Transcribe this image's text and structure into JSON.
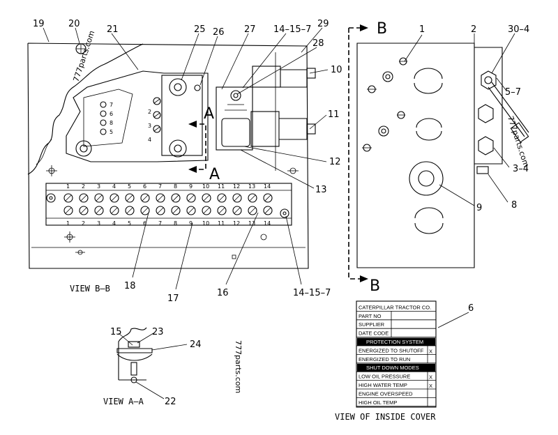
{
  "labels": {
    "l19": "19",
    "l20": "20",
    "l21": "21",
    "l25": "25",
    "l26": "26",
    "l27": "27",
    "l14_15_7_top": "14–15–7",
    "l29": "29",
    "l28": "28",
    "l10": "10",
    "l11": "11",
    "l12": "12",
    "l13": "13",
    "l18": "18",
    "l17": "17",
    "l16": "16",
    "l14_15_7_bot": "14–15–7",
    "l1": "1",
    "l2": "2",
    "l30_4": "30–4",
    "l5_7": "5–7",
    "l3_4": "3–4",
    "l8": "8",
    "l9": "9",
    "l6": "6",
    "l15": "15",
    "l23": "23",
    "l24": "24",
    "l22": "22"
  },
  "section_markers": {
    "A": "A",
    "B": "B"
  },
  "captions": {
    "view_bb": "VIEW B–B",
    "view_aa": "VIEW A–A",
    "view_inside_cover": "VIEW OF INSIDE COVER"
  },
  "watermark": "777parts.com",
  "terminal_numbers": [
    "1",
    "2",
    "3",
    "4",
    "5",
    "6",
    "7",
    "8",
    "9",
    "10",
    "11",
    "12",
    "13",
    "14"
  ],
  "relay_terminals": [
    "7",
    "6",
    "8",
    "5"
  ],
  "relay_left_terminals": [
    "2",
    "3",
    "4"
  ],
  "plate": {
    "rows": [
      {
        "text": "CATERPILLAR TRACTOR CO.",
        "check": "",
        "inverted": false
      },
      {
        "text": "PART NO",
        "check": "",
        "inverted": false
      },
      {
        "text": "SUPPLIER",
        "check": "",
        "inverted": false
      },
      {
        "text": "DATE CODE",
        "check": "",
        "inverted": false
      },
      {
        "text": "PROTECTION SYSTEM",
        "check": "",
        "inverted": true
      },
      {
        "text": "ENERGIZED TO SHUTOFF",
        "check": "X",
        "inverted": false
      },
      {
        "text": "ENERGIZED TO RUN",
        "check": "",
        "inverted": false
      },
      {
        "text": "SHUT DOWN MODES",
        "check": "",
        "inverted": true
      },
      {
        "text": "LOW OIL PRESSURE",
        "check": "X",
        "inverted": false
      },
      {
        "text": "HIGH WATER TEMP",
        "check": "X",
        "inverted": false
      },
      {
        "text": "ENGINE OVERSPEED",
        "check": "",
        "inverted": false
      },
      {
        "text": "HIGH OIL TEMP",
        "check": "",
        "inverted": false
      }
    ]
  }
}
